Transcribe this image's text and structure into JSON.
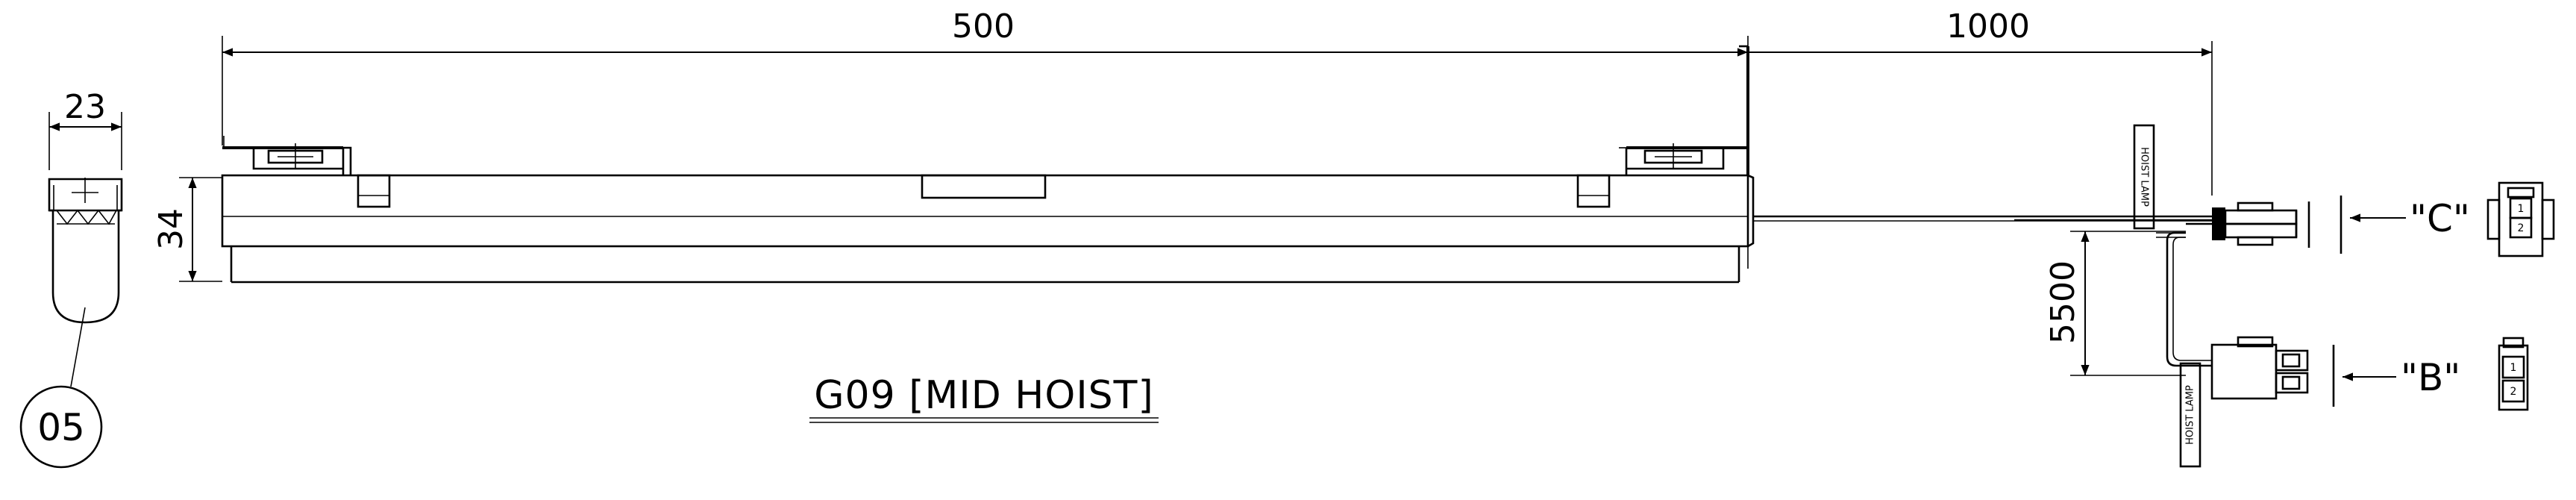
{
  "title": "G09 [MID HOIST]",
  "dimensions": {
    "length": "500",
    "cable": "1000",
    "width": "23",
    "height": "34",
    "drop": "5500"
  },
  "callout": "05",
  "wire_label": "HOIST LAMP",
  "connectors": {
    "c_label": "\"C\"",
    "b_label": "\"B\"",
    "pin_1": "1",
    "pin_2": "2"
  }
}
